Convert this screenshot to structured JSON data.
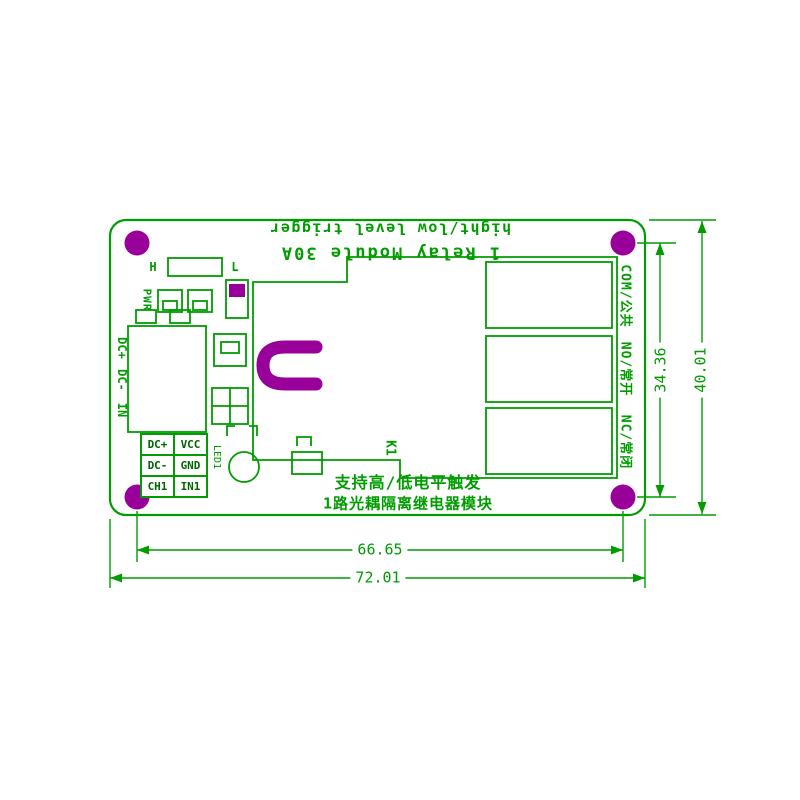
{
  "colors": {
    "silkscreen_green": "#009c00",
    "pad_purple": "#990099",
    "grid_text": "#006600"
  },
  "board": {
    "title_line1": "1 Relay Module 30A",
    "title_line2": "hight/low level trigger",
    "jumper": {
      "h": "H",
      "l": "L"
    },
    "pwr_label": "PWR",
    "left_terminal_labels": [
      "DC+",
      "DC-",
      "IN"
    ],
    "led_label": "LED1",
    "relay_ref": "K1",
    "terminal_grid": {
      "rows": [
        [
          "DC+",
          "VCC"
        ],
        [
          "DC-",
          "GND"
        ],
        [
          "CH1",
          "IN1"
        ]
      ]
    },
    "relay_terminal_labels": [
      "COM/公共",
      "NO/常开",
      "NC/常闭"
    ],
    "caption_line1": "支持高/低电平触发",
    "caption_line2": "1路光耦隔离继电器模块"
  },
  "dimensions": {
    "outer_width_mm": "72.01",
    "hole_span_width_mm": "66.65",
    "outer_height_mm": "40.01",
    "hole_span_height_mm": "34.36"
  }
}
